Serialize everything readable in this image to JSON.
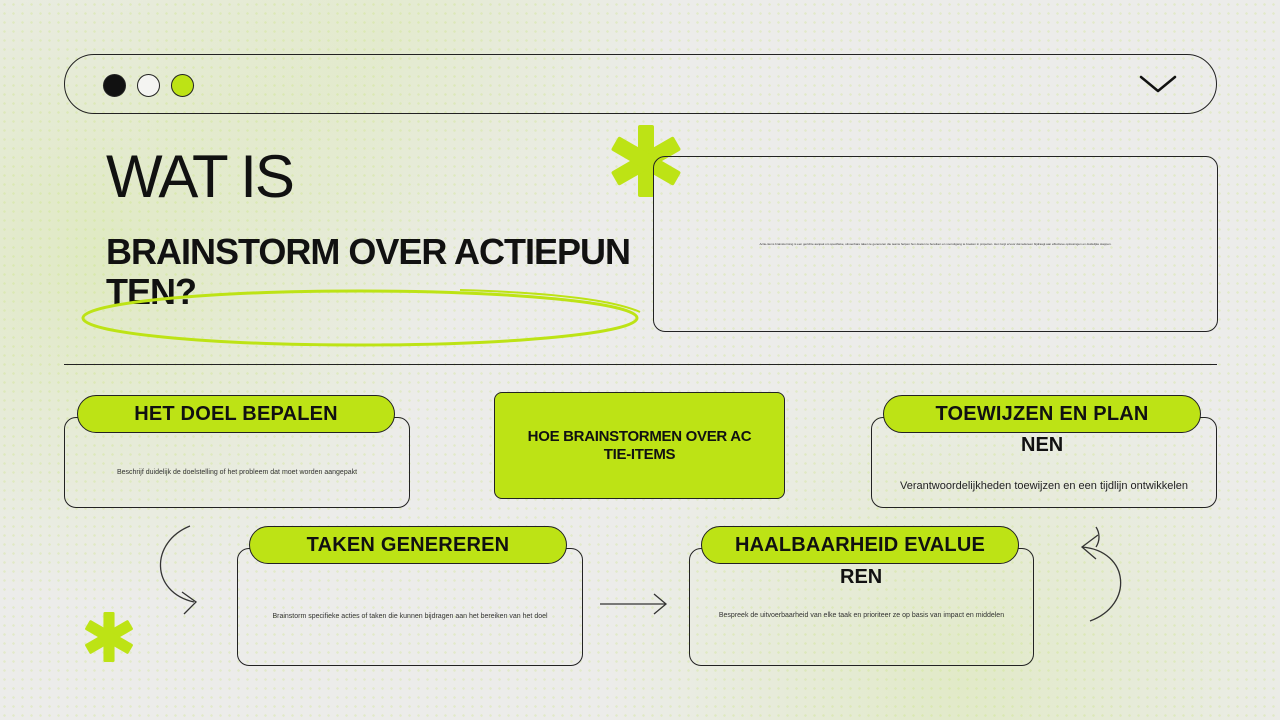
{
  "heading": {
    "line1": "WAT IS",
    "line2": "BRAINSTORM OVER ACTIEPUNTEN?"
  },
  "intro": {
    "text": "Actie-items brainstorming is een gerichte aanpak om specifieke, uitvoerbare taken te genereren die teams helpen hun doelen te bereiken en vooruitgang te boeken in projecten. Het zorgt ervoor dat iedereen bijdraagt aan effectieve oplossingen en duidelijke stappen."
  },
  "center": {
    "label": "HOE BRAINSTORMEN OVER ACTIE-ITEMS"
  },
  "steps": [
    {
      "title": "HET DOEL BEPALEN",
      "text": "Beschrijf duidelijk de doelstelling of het probleem dat moet worden aangepakt"
    },
    {
      "title": "TOEWIJZEN EN PLAN",
      "title_overflow": "NEN",
      "text": "Verantwoordelijkheden toewijzen en een tijdlijn ontwikkelen"
    },
    {
      "title": "TAKEN GENEREREN",
      "text": "Brainstorm specifieke acties of taken die kunnen bijdragen aan het bereiken van het doel"
    },
    {
      "title": "HAALBAARHEID EVALUE",
      "title_overflow": "REN",
      "text": "Bespreek de uitvoerbaarheid van elke taak en prioriteer ze op basis van impact en middelen"
    }
  ],
  "colors": {
    "accent": "#bde315",
    "ink": "#111111",
    "background": "#ececea"
  },
  "icons": [
    "window-dot-black",
    "window-dot-white",
    "window-dot-green",
    "chevron-down-icon",
    "asterisk-icon",
    "curved-arrow-icon",
    "arrow-right-icon"
  ]
}
